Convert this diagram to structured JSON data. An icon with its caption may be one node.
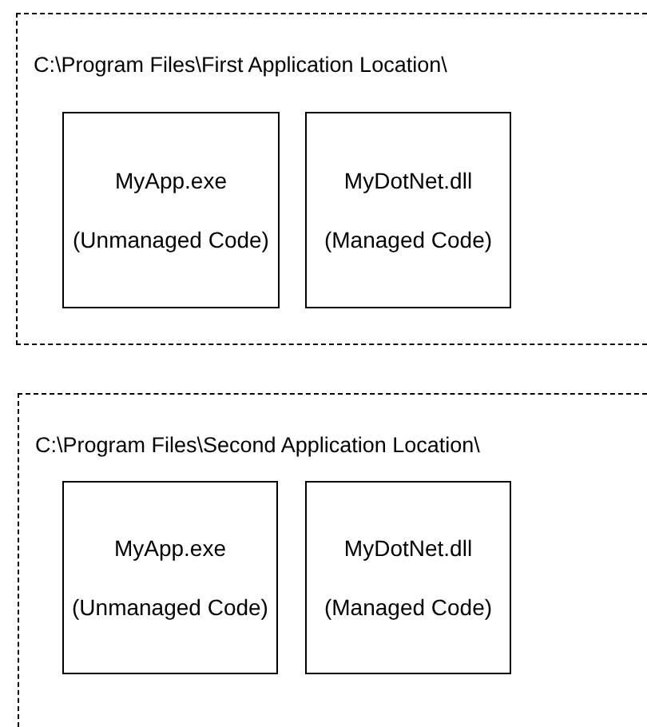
{
  "diagram": {
    "nodes": [
      {
        "text": [
          "C:\\Program Files\\First Application Location\\"
        ]
      },
      {
        "text": [
          "MyApp.exe",
          "(Unmanaged Code)"
        ],
        "in": 0
      },
      {
        "text": [
          "MyDotNet.dll",
          "(Managed Code)"
        ],
        "in": 0
      },
      {
        "text": [
          "C:\\Program Files\\Second Application Location\\"
        ]
      },
      {
        "text": [
          "MyApp.exe",
          "(Unmanaged Code)"
        ],
        "in": 3
      },
      {
        "text": [
          "MyDotNet.dll",
          "(Managed Code)"
        ],
        "in": 3
      }
    ]
  }
}
